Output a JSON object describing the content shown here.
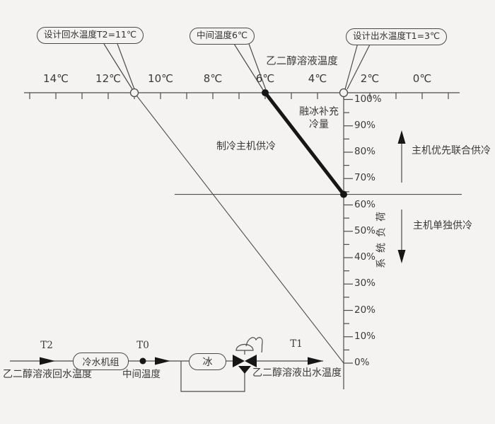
{
  "colors": {
    "background": "#f4f3f1",
    "ink": "#3a3a3a",
    "line": "#4c4c4c",
    "bold": "#161616"
  },
  "callouts": [
    {
      "label": "设计回水温度T2=11℃",
      "points_to_temp_c": 11
    },
    {
      "label": "中间温度6℃",
      "points_to_temp_c": 6
    },
    {
      "label": "设计出水温度T1=3℃",
      "points_to_temp_c": 3
    }
  ],
  "chart_data": {
    "type": "line",
    "x_axis": {
      "title": "乙二醇溶液温度",
      "tick_labels": [
        "14℃",
        "12℃",
        "10℃",
        "8℃",
        "6℃",
        "4℃",
        "2℃",
        "0℃"
      ],
      "tick_values": [
        14,
        12,
        10,
        8,
        6,
        4,
        2,
        0
      ],
      "minor_step_c": 1,
      "range_c": [
        15,
        -1
      ],
      "orientation": "temperature decreases to the right"
    },
    "y_axis": {
      "title": "系统负荷",
      "tick_labels": [
        "100%",
        "90%",
        "80%",
        "70%",
        "60%",
        "50%",
        "40%",
        "30%",
        "20%",
        "10%",
        "0%"
      ],
      "tick_values": [
        100,
        90,
        80,
        70,
        60,
        50,
        40,
        30,
        20,
        10,
        0
      ],
      "minor_step_pct": 5,
      "position": "vertical axis at 3℃"
    },
    "series": [
      {
        "name": "融冰补充冷量",
        "style": "thick",
        "points": [
          {
            "temp_c": 6,
            "load_pct": 100
          },
          {
            "temp_c": 3,
            "load_pct": 64
          }
        ]
      },
      {
        "name": "制冷主机供冷",
        "style": "thin",
        "points": [
          {
            "temp_c": 11,
            "load_pct": 100
          },
          {
            "temp_c": 3,
            "load_pct": 0
          }
        ]
      }
    ],
    "guide_line": {
      "load_pct": 64
    },
    "markers": [
      {
        "temp_c": 11,
        "load_pct": 100,
        "type": "open-circle"
      },
      {
        "tem_note": "start of thick line",
        "temp_c": 6,
        "load_pct": 100,
        "type": "filled-dot"
      },
      {
        "temp_c": 3,
        "load_pct": 100,
        "type": "open-circle"
      },
      {
        "temp_c": 3,
        "load_pct": 64,
        "type": "filled-dot"
      }
    ],
    "zone_labels": [
      {
        "label": "主机优先联合供冷",
        "arrow": "up",
        "range_pct": [
          64,
          100
        ]
      },
      {
        "label": "主机单独供冷",
        "arrow": "down",
        "range_pct": [
          0,
          64
        ]
      }
    ]
  },
  "region_labels": {
    "melt_ice": "融冰补充\n冷量",
    "chiller": "制冷主机供冷"
  },
  "flow": {
    "t2": "T2",
    "t0": "T0",
    "t1": "T1",
    "chiller_box": "冷水机组",
    "ice_box": "冰",
    "return_label": "乙二醇溶液回水温度",
    "middle_label": "中间温度",
    "outlet_label": "乙二醇溶液出水温度"
  }
}
